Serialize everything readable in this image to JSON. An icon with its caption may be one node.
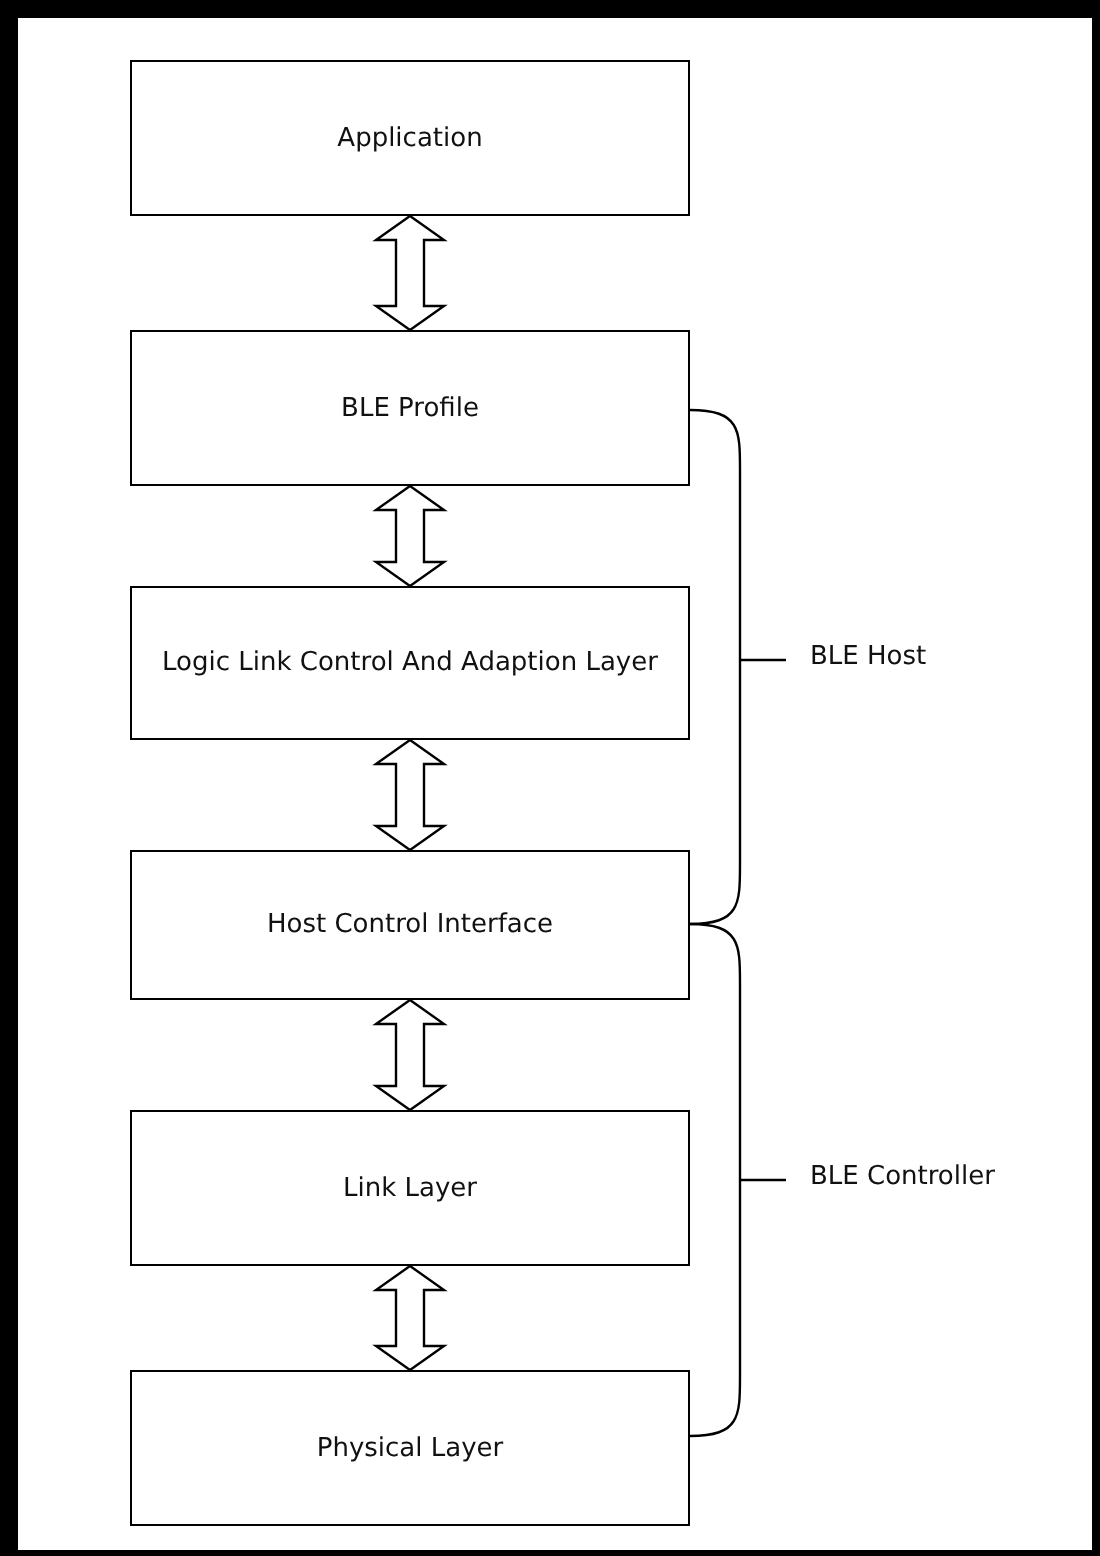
{
  "diagram": {
    "nodes": [
      {
        "text": [
          "Application"
        ]
      },
      {
        "text": [
          "BLE Profile"
        ]
      },
      {
        "text": [
          "Logic Link Control And Adaption Layer"
        ]
      },
      {
        "text": [
          "Host Control Interface"
        ]
      },
      {
        "text": [
          "Link Layer"
        ]
      },
      {
        "text": [
          "Physical Layer"
        ]
      }
    ],
    "edges": [
      {
        "from": 0,
        "to": 1,
        "arrow": "both"
      },
      {
        "from": 1,
        "to": 2,
        "arrow": "both"
      },
      {
        "from": 2,
        "to": 3,
        "arrow": "both"
      },
      {
        "from": 3,
        "to": 4,
        "arrow": "both"
      },
      {
        "from": 4,
        "to": 5,
        "arrow": "both"
      }
    ],
    "labels": [
      "BLE Host",
      "BLE Controller"
    ]
  }
}
